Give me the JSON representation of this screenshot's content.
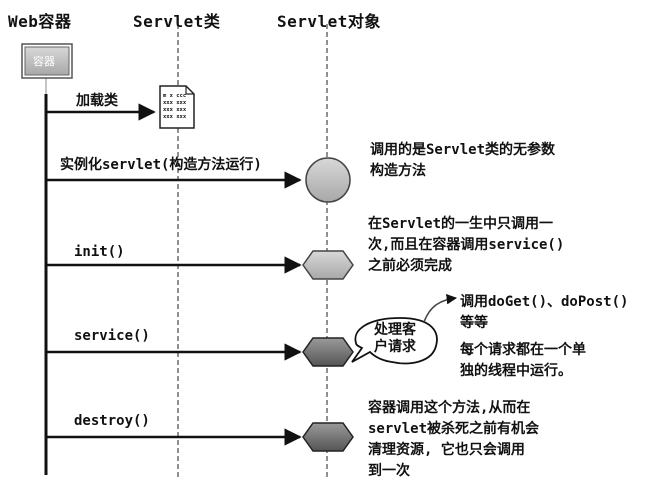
{
  "headers": {
    "web_container": "Web容器",
    "servlet_class": "Servlet类",
    "servlet_object": "Servlet对象"
  },
  "container_box_label": "容器",
  "class_file_text": [
    "m x ccc",
    "xxx xxx",
    "xxx xxx",
    "xxx xxx"
  ],
  "steps": {
    "load": "加载类",
    "instantiate": "实例化servlet(构造方法运行)",
    "init": "init()",
    "service": "service()",
    "destroy": "destroy()"
  },
  "notes": {
    "constructor": "调用的是Servlet类的无参数\n构造方法",
    "init": "在Servlet的一生中只调用一\n次,而且在容器调用service()\n之前必须完成",
    "service_calls": "调用doGet()、doPost()\n等等",
    "service_bubble": "处理客\n户请求",
    "service_thread": "每个请求都在一个单\n独的线程中运行。",
    "destroy": "容器调用这个方法,从而在\nservlet被杀死之前有机会\n清理资源, 它也只会调用\n到一次"
  }
}
